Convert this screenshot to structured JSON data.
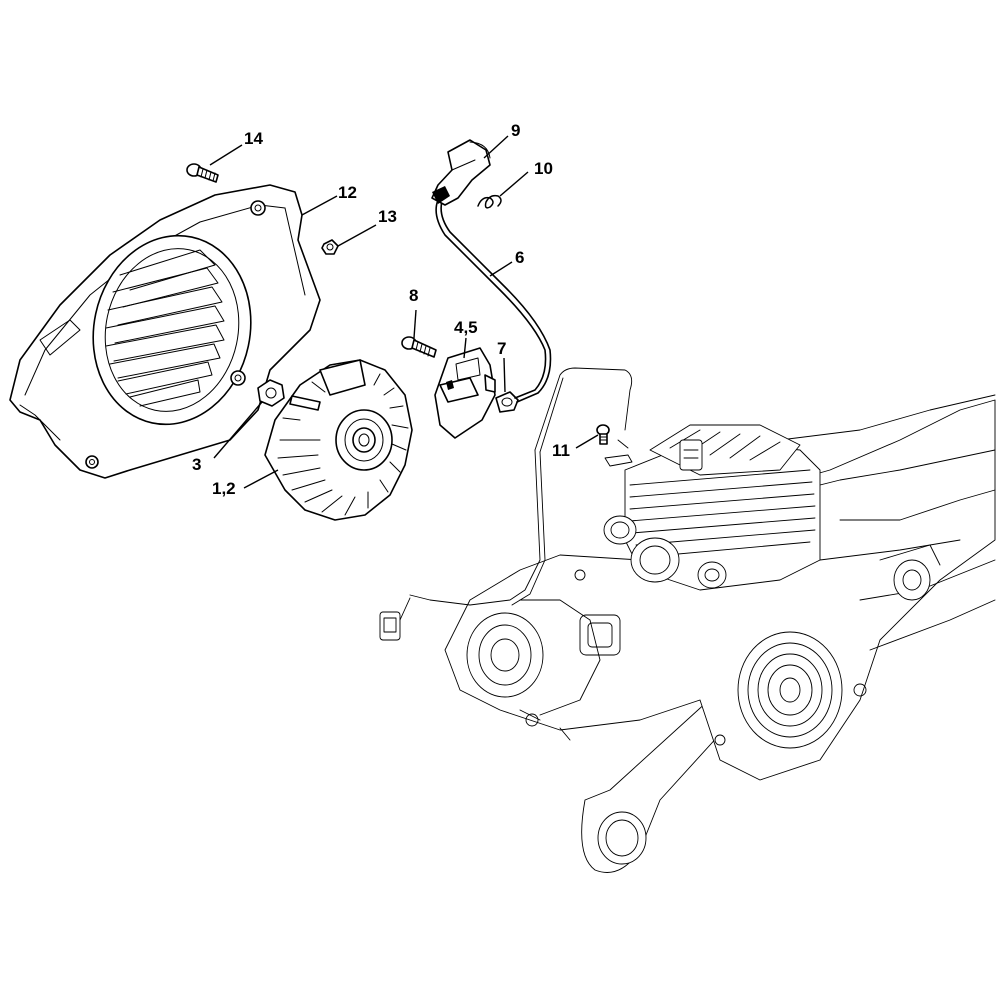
{
  "callouts": [
    {
      "id": "14",
      "label": "14"
    },
    {
      "id": "12",
      "label": "12"
    },
    {
      "id": "13",
      "label": "13"
    },
    {
      "id": "9",
      "label": "9"
    },
    {
      "id": "10",
      "label": "10"
    },
    {
      "id": "6",
      "label": "6"
    },
    {
      "id": "8",
      "label": "8"
    },
    {
      "id": "4-5",
      "label": "4,5"
    },
    {
      "id": "7",
      "label": "7"
    },
    {
      "id": "3",
      "label": "3"
    },
    {
      "id": "1-2",
      "label": "1,2"
    },
    {
      "id": "11",
      "label": "11"
    }
  ]
}
